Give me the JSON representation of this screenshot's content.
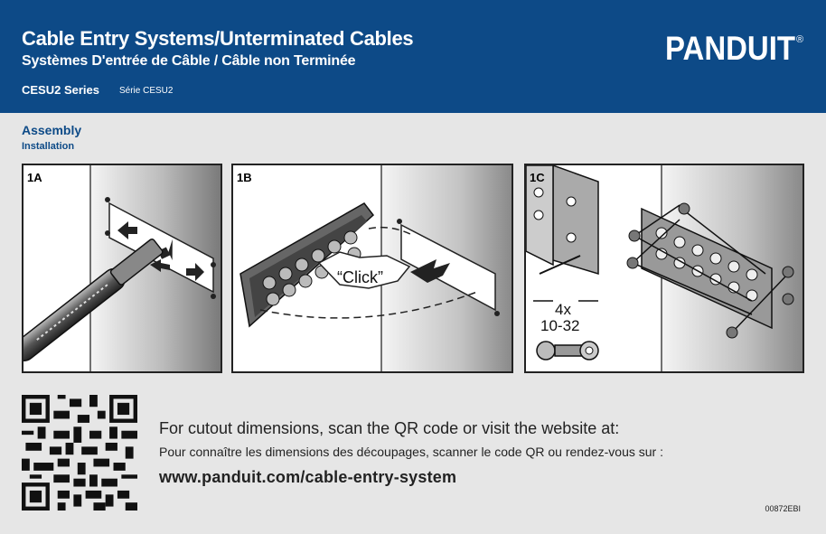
{
  "header": {
    "title": "Cable Entry Systems/Unterminated Cables",
    "subtitle": "Systèmes D'entrée de Câble / Câble non Terminée",
    "series": "CESU2 Series",
    "series_fr": "Série CESU2",
    "brand": "PANDUIT",
    "brand_mark": "®",
    "background_color": "#0d4a87"
  },
  "section": {
    "title": "Assembly",
    "subtitle": "Installation"
  },
  "steps": [
    {
      "label": "1A"
    },
    {
      "label": "1B",
      "click_text": "“Click”"
    },
    {
      "label": "1C",
      "quantity": "4x",
      "screw_size": "10-32"
    }
  ],
  "footer": {
    "line1": "For cutout dimensions, scan the QR code or visit the website at:",
    "line2": "Pour connaître les dimensions des découpages, scanner le code QR ou rendez-vous sur :",
    "url": "www.panduit.com/cable-entry-system",
    "doc_code": "00872EBI"
  },
  "icons": [
    "panduit-logo",
    "qr-code",
    "hammer-illustration",
    "grommet-frame-illustration",
    "screw-illustration"
  ]
}
